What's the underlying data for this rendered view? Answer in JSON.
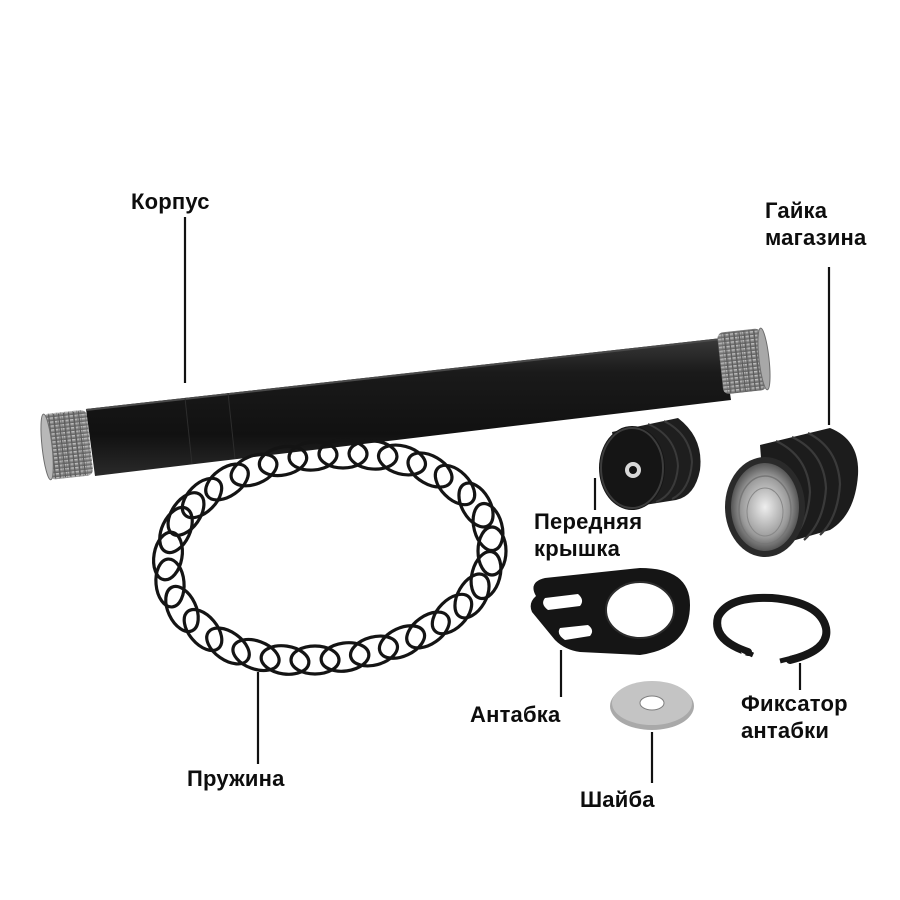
{
  "labels": {
    "korpus": "Корпус",
    "gayka_line1": "Гайка",
    "gayka_line2": "магазина",
    "kryshka_line1": "Передняя",
    "kryshka_line2": "крышка",
    "antabka": "Антабка",
    "fiksator_line1": "Фиксатор",
    "fiksator_line2": "антабки",
    "pruzhina": "Пружина",
    "shayba": "Шайба"
  },
  "colors": {
    "background": "#ffffff",
    "label_text": "#0d0d0d",
    "leader_line": "#111111",
    "black_part": "#1b1b1b",
    "steel": "#9c9c9c"
  }
}
